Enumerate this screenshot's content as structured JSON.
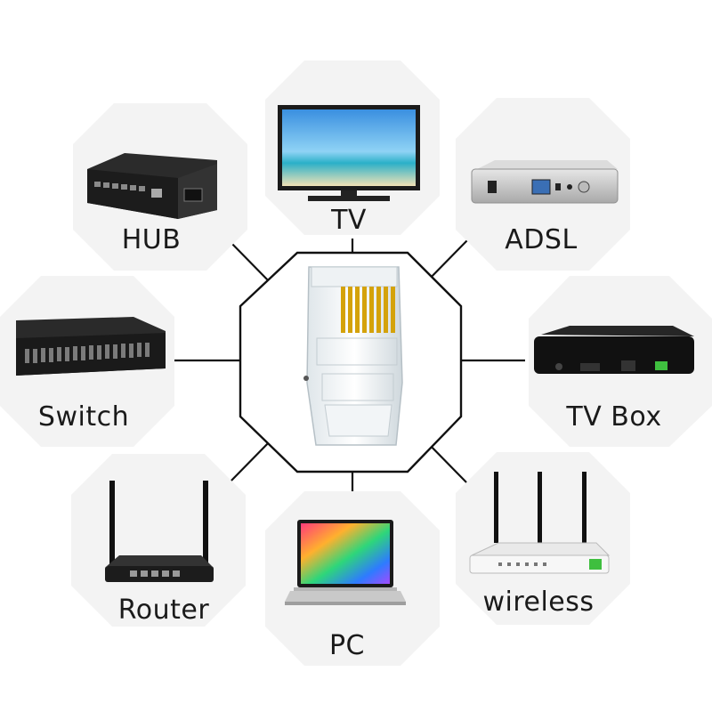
{
  "center": {
    "icon": "rj45-connector-icon"
  },
  "devices": [
    {
      "id": "hub",
      "label": "HUB",
      "icon": "hub-icon"
    },
    {
      "id": "tv",
      "label": "TV",
      "icon": "tv-icon"
    },
    {
      "id": "adsl",
      "label": "ADSL",
      "icon": "adsl-modem-icon"
    },
    {
      "id": "switch",
      "label": "Switch",
      "icon": "network-switch-icon"
    },
    {
      "id": "tvbox",
      "label": "TV Box",
      "icon": "tv-box-icon"
    },
    {
      "id": "router",
      "label": "Router",
      "icon": "router-icon"
    },
    {
      "id": "pc",
      "label": "PC",
      "icon": "laptop-icon"
    },
    {
      "id": "wireless",
      "label": "wireless",
      "icon": "wireless-router-icon"
    }
  ],
  "colors": {
    "line": "#111111",
    "tile": "#f3f3f3",
    "gold_pins": "#d4a20a",
    "router_green": "#3fbf3f"
  }
}
